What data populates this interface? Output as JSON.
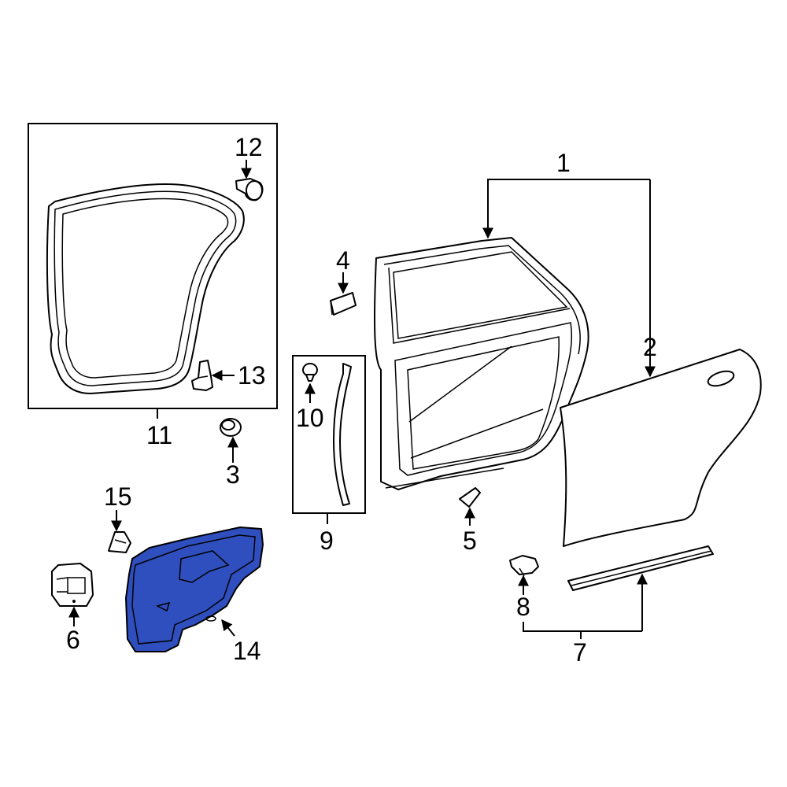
{
  "diagram": {
    "highlight_color": "#2f4fbf",
    "parts": [
      {
        "key": "1",
        "label": "1"
      },
      {
        "key": "2",
        "label": "2"
      },
      {
        "key": "3",
        "label": "3"
      },
      {
        "key": "4",
        "label": "4"
      },
      {
        "key": "5",
        "label": "5"
      },
      {
        "key": "6",
        "label": "6"
      },
      {
        "key": "7",
        "label": "7"
      },
      {
        "key": "8",
        "label": "8"
      },
      {
        "key": "9",
        "label": "9"
      },
      {
        "key": "10",
        "label": "10"
      },
      {
        "key": "11",
        "label": "11"
      },
      {
        "key": "12",
        "label": "12"
      },
      {
        "key": "13",
        "label": "13"
      },
      {
        "key": "14",
        "label": "14",
        "highlighted": true
      },
      {
        "key": "15",
        "label": "15"
      }
    ]
  }
}
